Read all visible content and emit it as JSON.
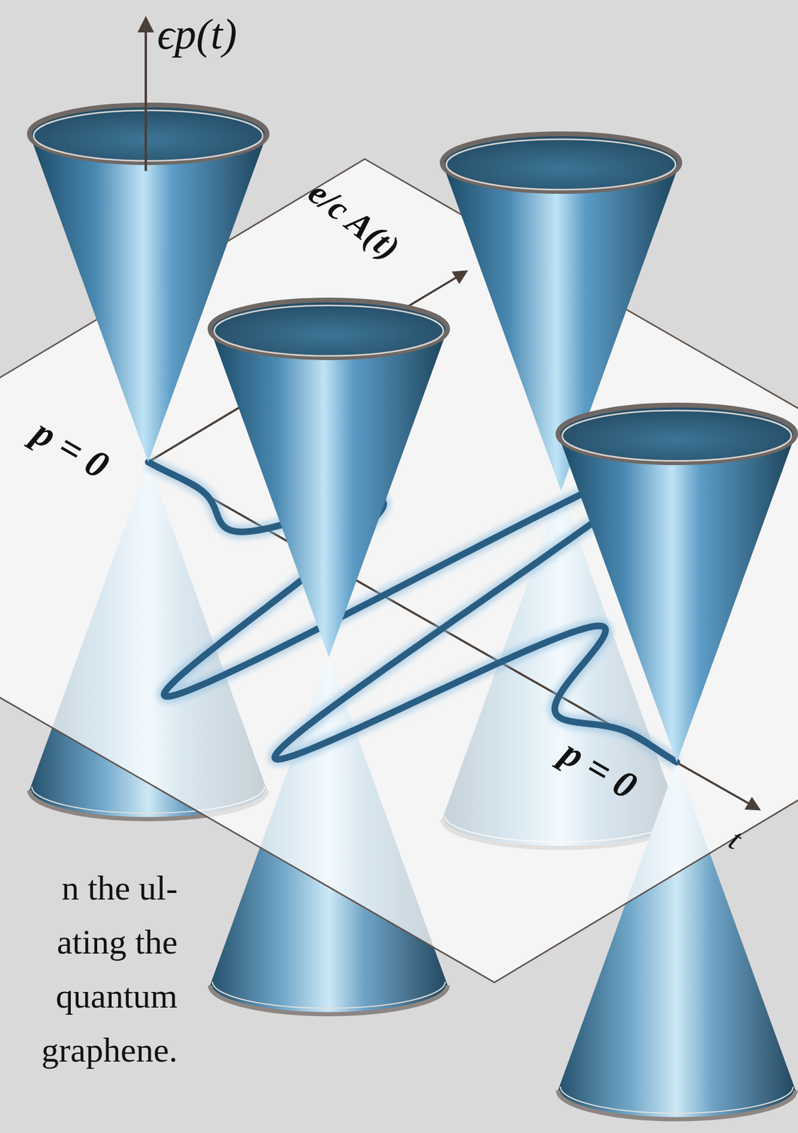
{
  "diagram": {
    "labels": [
      "ϵp(t)",
      "e/c A(t)",
      "p = 0",
      "p = 0",
      "t",
      "n the ul-",
      "ating the",
      "quantum",
      "graphene."
    ]
  }
}
